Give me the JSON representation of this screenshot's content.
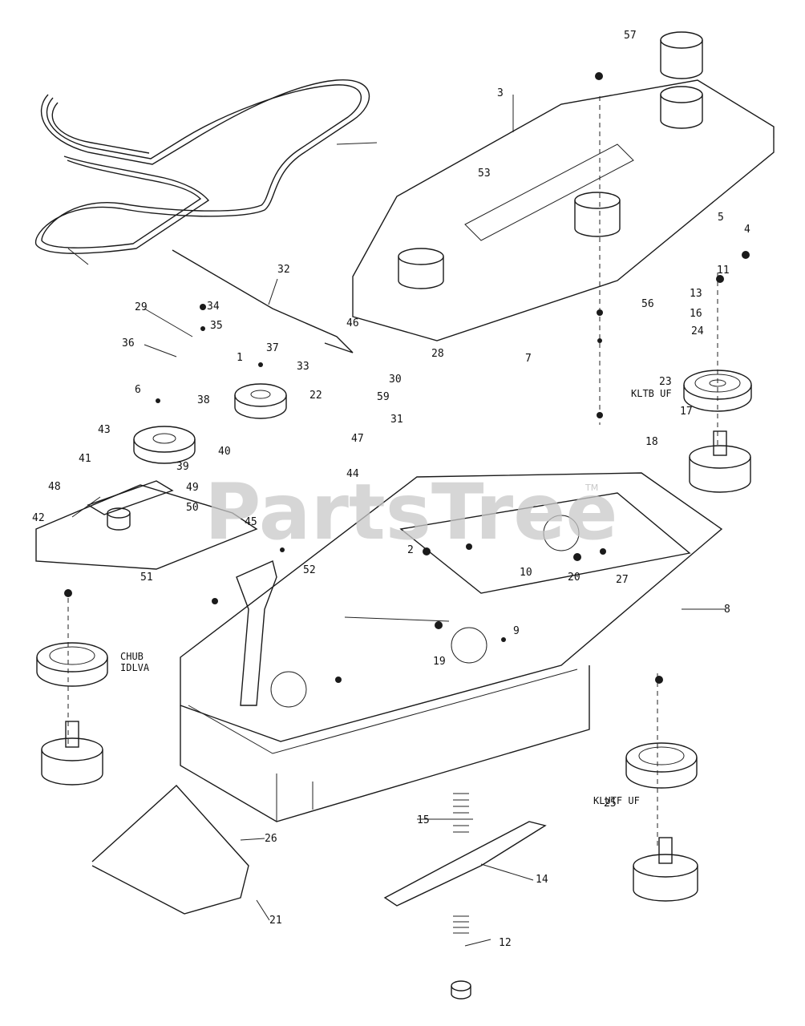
{
  "watermark": {
    "text": "PartsTree",
    "trademark": "TM"
  },
  "notes": {
    "hub_left": "CHUB\nIDLVA",
    "hub_right": "KLTB UF",
    "hub_lower": "KLUTF UF"
  },
  "callouts": [
    "1",
    "2",
    "3",
    "4",
    "5",
    "6",
    "7",
    "8",
    "9",
    "10",
    "11",
    "12",
    "13",
    "14",
    "15",
    "16",
    "17",
    "18",
    "19",
    "20",
    "21",
    "22",
    "23",
    "24",
    "25",
    "26",
    "27",
    "28",
    "29",
    "30",
    "31",
    "32",
    "33",
    "34",
    "35",
    "36",
    "37",
    "38",
    "39",
    "40",
    "41",
    "42",
    "43",
    "44",
    "45",
    "46",
    "47",
    "48",
    "49",
    "50",
    "51",
    "52",
    "53",
    "56",
    "57",
    "59"
  ]
}
